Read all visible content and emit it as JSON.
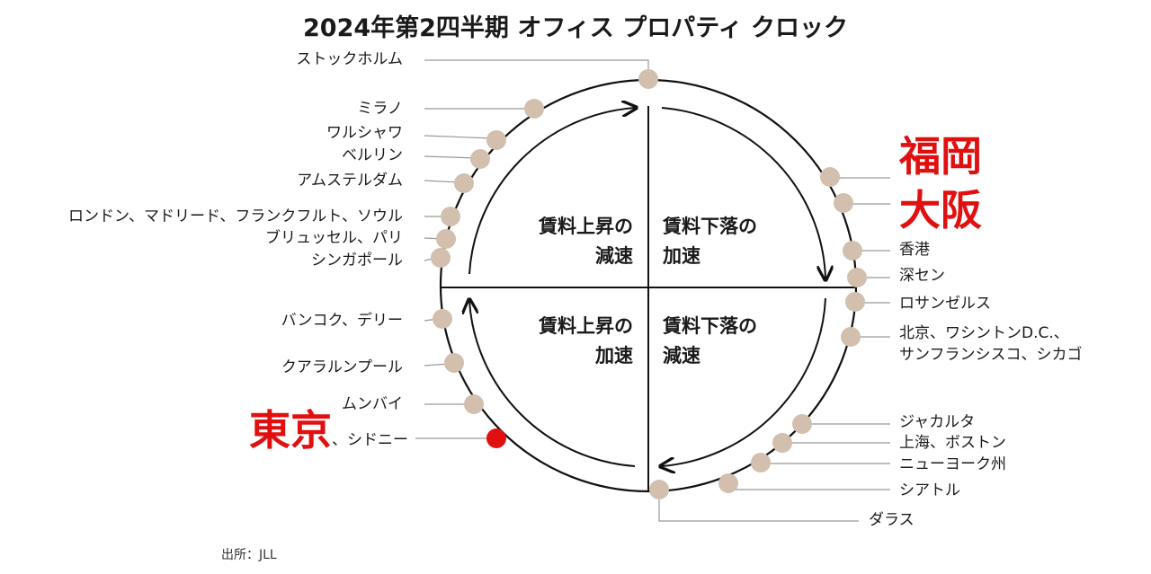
{
  "title": "2024年第2四半期 オフィス プロパティ クロック",
  "quadrants": {
    "top_left": [
      "賃料上昇の",
      "減速"
    ],
    "top_right": [
      "賃料下落の",
      "加速"
    ],
    "bottom_left": [
      "賃料上昇の",
      "加速"
    ],
    "bottom_right": [
      "賃料下落の",
      "減速"
    ]
  },
  "highlight": {
    "fukuoka": "福岡",
    "osaka": "大阪",
    "tokyo": "東京",
    "tokyo_suffix": "、シドニー"
  },
  "cities_left": [
    "ストックホルム",
    "ミラノ",
    "ワルシャワ",
    "ベルリン",
    "アムステルダム",
    "ロンドン、マドリード、フランクフルト、ソウル",
    "ブリュッセル、パリ",
    "シンガポール",
    "バンコク、デリー",
    "クアラルンプール",
    "ムンバイ"
  ],
  "cities_right": [
    "香港",
    "深セン",
    "ロサンゼルス",
    "北京、ワシントンD.C.、",
    "サンフランシスコ、シカゴ",
    "ジャカルタ",
    "上海、ボストン",
    "ニューヨーク州",
    "シアトル",
    "ダラス"
  ],
  "colors": {
    "dot": "#d2bfae",
    "highlight_dot": "#e01010",
    "highlight_text": "#e01010",
    "line": "#111111",
    "leader": "#999999"
  },
  "source": "出所：JLL"
}
